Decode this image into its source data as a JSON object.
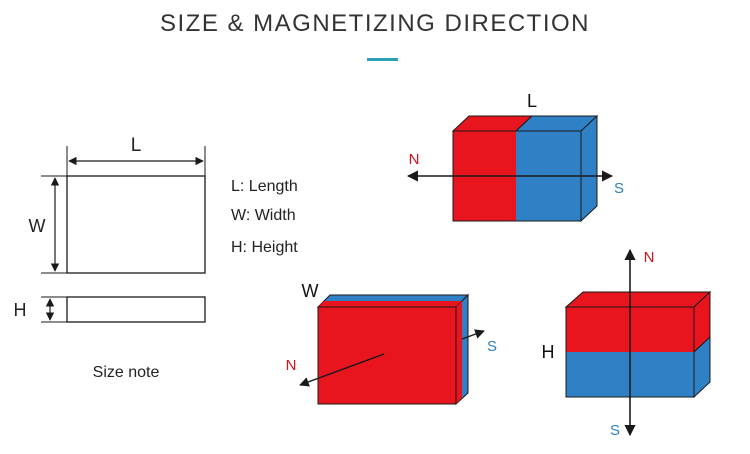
{
  "header": {
    "title": "SIZE & MAGNETIZING DIRECTION"
  },
  "size_note": {
    "label_l": "L",
    "label_w": "W",
    "label_h": "H",
    "legend": [
      "L: Length",
      "W: Width",
      "H: Height"
    ],
    "caption": "Size note"
  },
  "magnets": {
    "length": {
      "dimension": "L",
      "pole_n": "N",
      "pole_s": "S"
    },
    "width": {
      "dimension": "W",
      "pole_n": "N",
      "pole_s": "S"
    },
    "height": {
      "dimension": "H",
      "pole_n": "N",
      "pole_s": "S"
    }
  },
  "colors": {
    "north": "#e8141e",
    "south": "#2f80c4",
    "north_label": "#d0121c",
    "south_label": "#2f80c4",
    "accent": "#2aa1b6",
    "outline": "#1a1a1a"
  }
}
